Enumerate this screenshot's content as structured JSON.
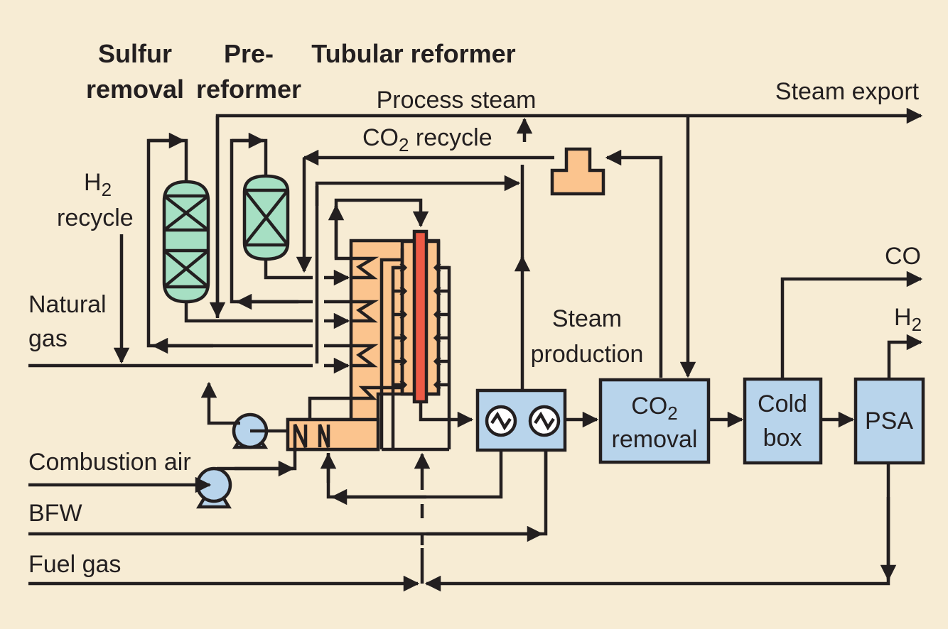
{
  "title": "Steam reforming process flow for H2 and CO production",
  "headers": {
    "sulfur_removal_1": "Sulfur",
    "sulfur_removal_2": "removal",
    "prereformer_1": "Pre-",
    "prereformer_2": "reformer",
    "tubular_reformer": "Tubular reformer"
  },
  "streams": {
    "process_steam": "Process steam",
    "co2_recycle_main": "CO",
    "co2_recycle_sub": "2",
    "co2_recycle_tail": " recycle",
    "steam_export": "Steam export",
    "h2_recycle_main": "H",
    "h2_recycle_sub": "2",
    "h2_recycle_2": "recycle",
    "natural_gas_1": "Natural",
    "natural_gas_2": "gas",
    "combustion_air": "Combustion air",
    "bfw": "BFW",
    "fuel_gas": "Fuel gas",
    "steam_production_1": "Steam",
    "steam_production_2": "production",
    "co_product": "CO",
    "h2_product_main": "H",
    "h2_product_sub": "2"
  },
  "units": {
    "co2_removal_main": "CO",
    "co2_removal_sub": "2",
    "co2_removal_2": "removal",
    "cold_box_1": "Cold",
    "cold_box_2": "box",
    "psa": "PSA"
  },
  "colors": {
    "background": "#f7ecd4",
    "line": "#231f20",
    "vessel_green": "#a6dfc3",
    "unit_blue": "#b8d4eb",
    "furnace_orange": "#fbc48e",
    "tube_red": "#ee5a45"
  }
}
